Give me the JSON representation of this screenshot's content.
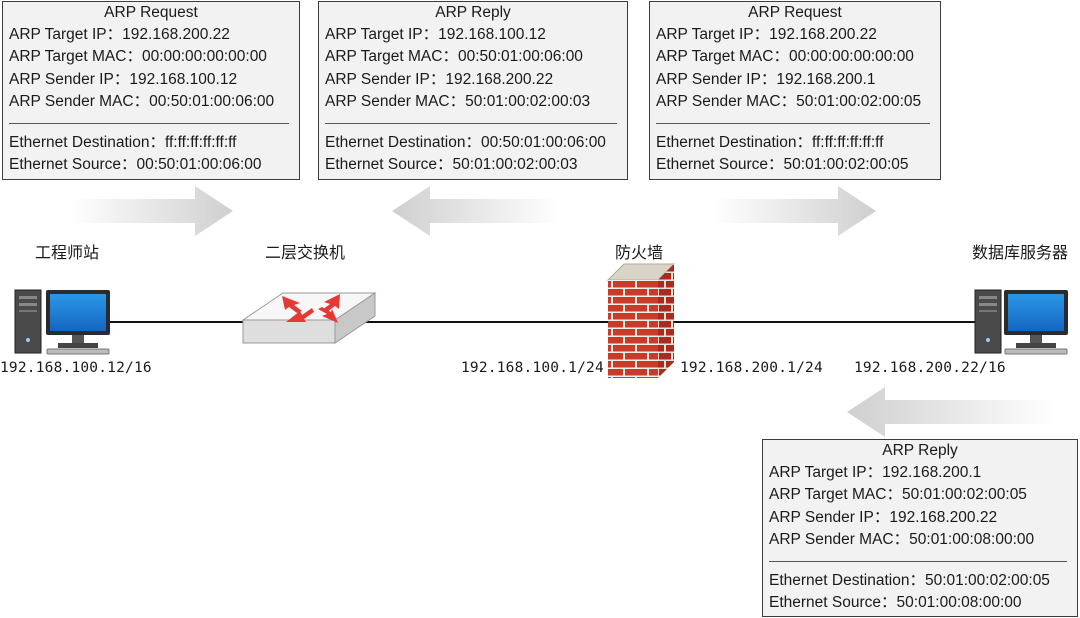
{
  "boxes": [
    {
      "title": "ARP Request",
      "rows": [
        {
          "k": "ARP Target IP：",
          "v": "192.168.200.22"
        },
        {
          "k": "ARP Target MAC：",
          "v": "00:00:00:00:00:00"
        },
        {
          "k": "ARP Sender IP：",
          "v": "192.168.100.12"
        },
        {
          "k": "ARP Sender MAC：",
          "v": "00:50:01:00:06:00"
        }
      ],
      "eth": [
        {
          "k": "Ethernet Destination：",
          "v": "ff:ff:ff:ff:ff:ff"
        },
        {
          "k": "Ethernet Source：",
          "v": "00:50:01:00:06:00"
        }
      ]
    },
    {
      "title": "ARP Reply",
      "rows": [
        {
          "k": "ARP Target IP：",
          "v": "192.168.100.12"
        },
        {
          "k": "ARP Target MAC：",
          "v": "00:50:01:00:06:00"
        },
        {
          "k": "ARP Sender IP：",
          "v": "192.168.200.22"
        },
        {
          "k": "ARP Sender MAC：",
          "v": "50:01:00:02:00:03"
        }
      ],
      "eth": [
        {
          "k": "Ethernet Destination：",
          "v": "00:50:01:00:06:00"
        },
        {
          "k": "Ethernet Source：",
          "v": "50:01:00:02:00:03"
        }
      ]
    },
    {
      "title": "ARP Request",
      "rows": [
        {
          "k": "ARP Target IP：",
          "v": "192.168.200.22"
        },
        {
          "k": "ARP Target MAC：",
          "v": "00:00:00:00:00:00"
        },
        {
          "k": "ARP Sender IP：",
          "v": "192.168.200.1"
        },
        {
          "k": "ARP Sender MAC：",
          "v": "50:01:00:02:00:05"
        }
      ],
      "eth": [
        {
          "k": "Ethernet Destination：",
          "v": "ff:ff:ff:ff:ff:ff"
        },
        {
          "k": "Ethernet Source：",
          "v": "50:01:00:02:00:05"
        }
      ]
    },
    {
      "title": "ARP Reply",
      "rows": [
        {
          "k": "ARP Target IP：",
          "v": "192.168.200.1"
        },
        {
          "k": "ARP Target MAC：",
          "v": "50:01:00:02:00:05"
        },
        {
          "k": "ARP Sender IP：",
          "v": "192.168.200.22"
        },
        {
          "k": "ARP Sender MAC：",
          "v": "50:01:00:08:00:00"
        }
      ],
      "eth": [
        {
          "k": "Ethernet Destination：",
          "v": "50:01:00:02:00:05"
        },
        {
          "k": "Ethernet Source：",
          "v": "50:01:00:08:00:00"
        }
      ]
    }
  ],
  "nodes": {
    "engineer": {
      "label": "工程师站",
      "ip": "192.168.100.12/16"
    },
    "switch": {
      "label": "二层交换机"
    },
    "firewall": {
      "label": "防火墙",
      "ip_left": "192.168.100.1/24",
      "ip_right": "192.168.200.1/24"
    },
    "server": {
      "label": "数据库服务器",
      "ip": "192.168.200.22/16"
    }
  },
  "arrows": [
    {
      "direction": "right"
    },
    {
      "direction": "left"
    },
    {
      "direction": "right"
    },
    {
      "direction": "left"
    }
  ],
  "colors": {
    "arrow_fill": "#dcdcdc",
    "box_fill": "#f2f2f2",
    "box_border": "#3c3c3c",
    "monitor_screen": "#1e88d6",
    "switch_arrows": "#e53935",
    "firewall_brick": "#c83a2a"
  },
  "icons": [
    "workstation-icon",
    "switch-icon",
    "firewall-icon",
    "server-icon"
  ]
}
